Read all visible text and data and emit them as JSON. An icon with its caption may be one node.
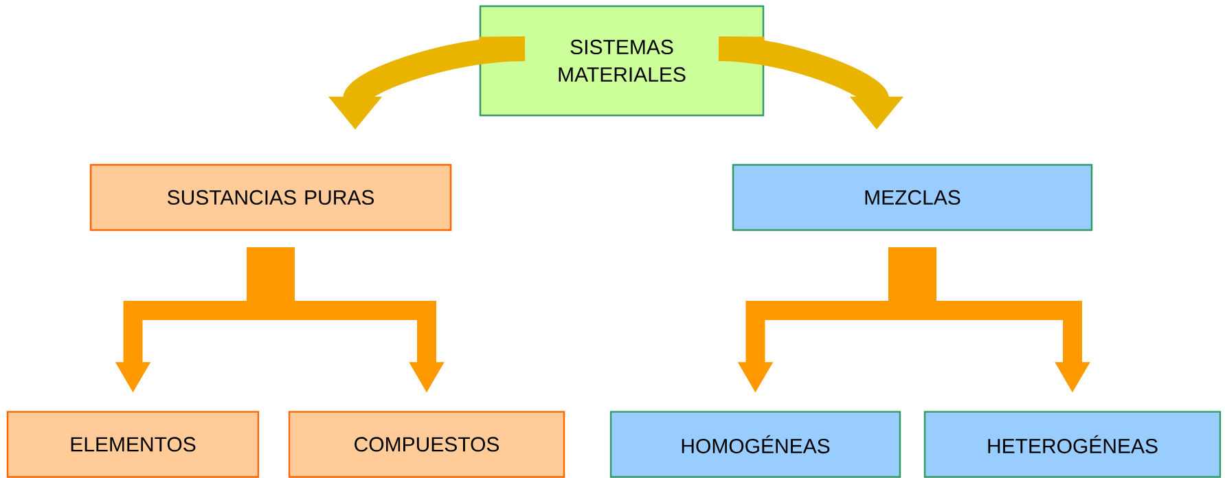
{
  "diagram": {
    "nodes": [
      {
        "text": [
          "SISTEMAS MATERIALES"
        ]
      },
      {
        "text": [
          "SUSTANCIAS PURAS"
        ]
      },
      {
        "text": [
          "MEZCLAS"
        ]
      },
      {
        "text": [
          "ELEMENTOS"
        ]
      },
      {
        "text": [
          "COMPUESTOS"
        ]
      },
      {
        "text": [
          "HOMOGÉNEAS"
        ]
      },
      {
        "text": [
          "HETEROGÉNEAS"
        ]
      }
    ],
    "edges": [
      {
        "from": 0,
        "to": 1,
        "arrow": "to",
        "color": "#e8b400"
      },
      {
        "from": 0,
        "to": 2,
        "arrow": "to",
        "color": "#e8b400"
      },
      {
        "from": 1,
        "to": 3,
        "arrow": "to"
      },
      {
        "from": 1,
        "to": 4,
        "arrow": "to"
      },
      {
        "from": 2,
        "to": 5,
        "arrow": "to"
      },
      {
        "from": 2,
        "to": 6,
        "arrow": "to"
      }
    ]
  }
}
